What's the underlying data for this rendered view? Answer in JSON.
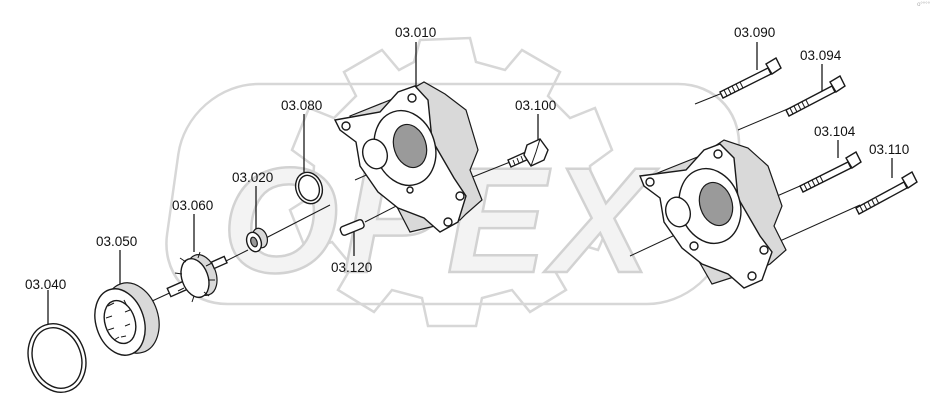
{
  "diagram": {
    "watermark": "OPEX",
    "corner_mark": "o°°°°",
    "callouts": [
      {
        "id": "p03010",
        "label": "03.010"
      },
      {
        "id": "p03020",
        "label": "03.020"
      },
      {
        "id": "p03040",
        "label": "03.040"
      },
      {
        "id": "p03050",
        "label": "03.050"
      },
      {
        "id": "p03060",
        "label": "03.060"
      },
      {
        "id": "p03080",
        "label": "03.080"
      },
      {
        "id": "p03090",
        "label": "03.090"
      },
      {
        "id": "p03094",
        "label": "03.094"
      },
      {
        "id": "p03100",
        "label": "03.100"
      },
      {
        "id": "p03104",
        "label": "03.104"
      },
      {
        "id": "p03110",
        "label": "03.110"
      },
      {
        "id": "p03120",
        "label": "03.120"
      }
    ]
  }
}
